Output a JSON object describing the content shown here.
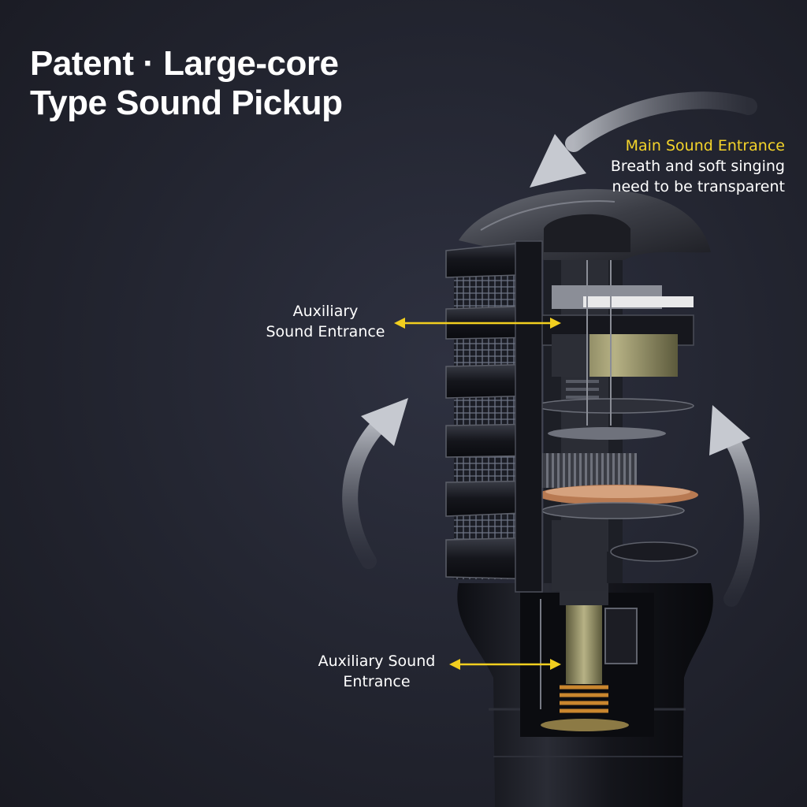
{
  "title": {
    "line1": "Patent · Large-core",
    "line2": "Type Sound Pickup"
  },
  "labels": {
    "main_heading": "Main Sound Entrance",
    "main_line1": "Breath and soft singing",
    "main_line2": "need to be transparent",
    "aux_top_line1": "Auxiliary",
    "aux_top_line2": "Sound Entrance",
    "aux_bottom_line1": "Auxiliary Sound",
    "aux_bottom_line2": "Entrance"
  },
  "colors": {
    "highlight": "#f4d42a",
    "arrow_line": "#f2cf1f",
    "text": "#ffffff",
    "background": "#22242f"
  },
  "icons": {
    "main_arrow": "curved-arrow-down-left-icon",
    "left_arrow": "curved-arrow-up-icon",
    "right_arrow": "curved-arrow-up-icon",
    "pointer": "double-headed-arrow-icon"
  }
}
